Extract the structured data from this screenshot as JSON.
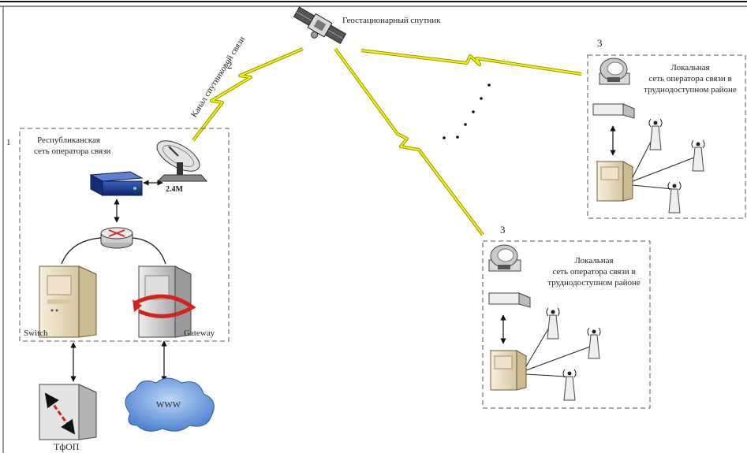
{
  "satellite_label": "Геостационарный спутник",
  "channel_number": "2",
  "channel_label": "Канал спутниковой связи",
  "main_network": {
    "number": "1",
    "title_line1": "Республиканская",
    "title_line2": "сеть оператора связи",
    "dish_label": "2.4M",
    "switch_label": "Switch",
    "gateway_label": "Gateway",
    "pstn_label": "ТфОП",
    "www_label": "WWW"
  },
  "remote_networks": [
    {
      "number": "3",
      "title_line1": "Локальная",
      "title_line2": "сеть оператора связи в",
      "title_line3": "труднодоступном районе"
    },
    {
      "number": "3",
      "title_line1": "Локальная",
      "title_line2": "сеть оператора связи в",
      "title_line3": "труднодоступном районе"
    }
  ],
  "colors": {
    "lightning": "#f2f200",
    "lightning_stroke": "#8c8c00",
    "server_beige": "#e9dcc1",
    "gateway_gray": "#c9c9c9",
    "cloud_blue": "#5b8fd6",
    "modem_blue": "#1f3d8f",
    "arrow_red": "#d2231c",
    "dashed_border": "#555555"
  }
}
